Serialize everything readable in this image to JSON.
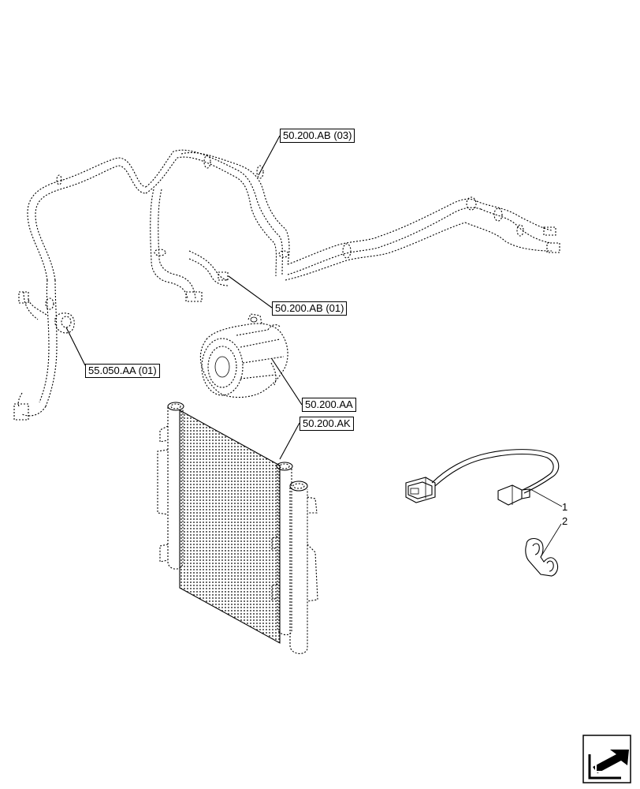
{
  "callouts": {
    "ab03": "50.200.AB (03)",
    "ab01": "50.200.AB (01)",
    "aa01": "55.050.AA (01)",
    "aa": "50.200.AA",
    "ak": "50.200.AK"
  },
  "items": {
    "item1": "1",
    "item2": "2"
  },
  "icons": {
    "nav": "next-page-arrow-icon"
  }
}
